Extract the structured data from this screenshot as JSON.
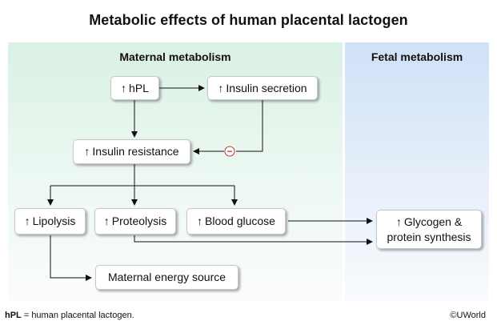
{
  "title": "Metabolic effects of human placental lactogen",
  "panels": {
    "maternal": "Maternal metabolism",
    "fetal": "Fetal metabolism"
  },
  "up_arrow": "↑",
  "inhibit_symbol": "−",
  "nodes": {
    "hpl": "hPL",
    "insulin_secretion": "Insulin secretion",
    "insulin_resistance": "Insulin resistance",
    "lipolysis": "Lipolysis",
    "proteolysis": "Proteolysis",
    "blood_glucose": "Blood glucose",
    "glycogen_line1": "Glycogen &",
    "glycogen_line2": "protein synthesis",
    "energy_source": "Maternal energy source"
  },
  "footnote": {
    "abbr": "hPL",
    "text": " = human placental lactogen."
  },
  "credit": "©UWorld",
  "colors": {
    "maternal_bg": "#daf1e5",
    "fetal_bg": "#cfe1f7",
    "inhibit": "#c0392b"
  }
}
